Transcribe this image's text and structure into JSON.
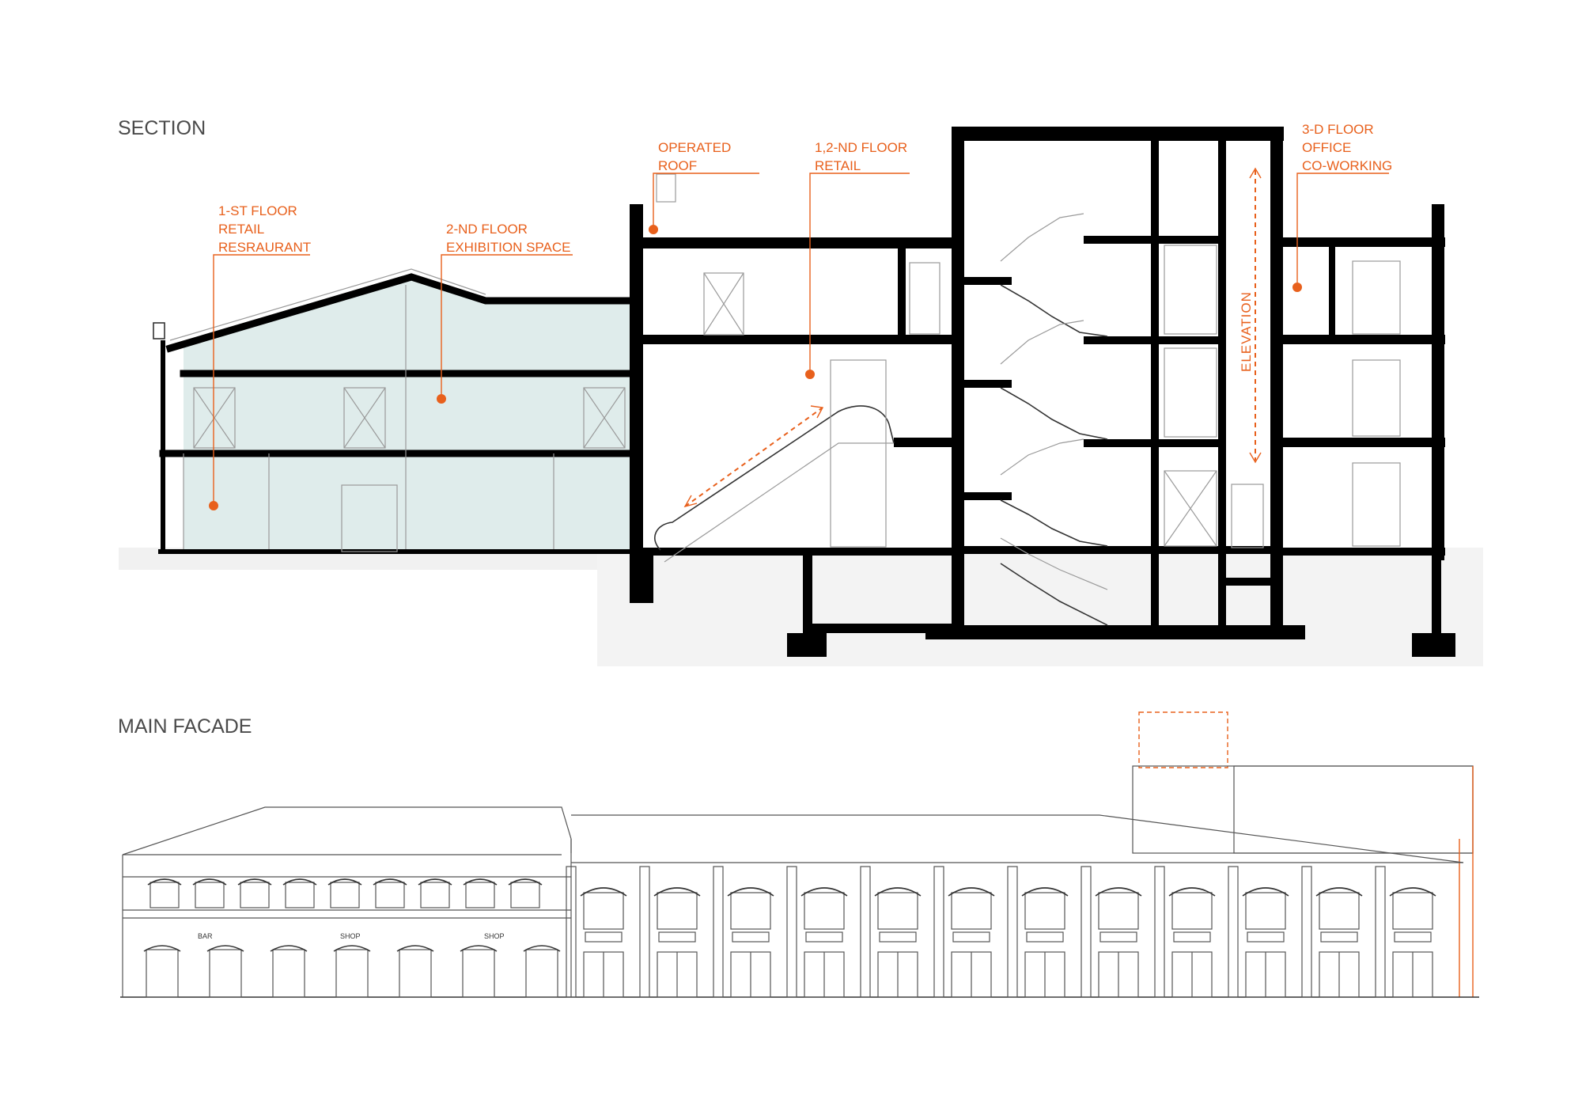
{
  "titles": {
    "section": "SECTION",
    "facade": "MAIN FACADE"
  },
  "labels": {
    "first_floor": [
      "1-ST FLOOR",
      "RETAIL",
      "RESRAURANT"
    ],
    "second_floor": [
      "2-ND FLOOR",
      "EXHIBITION SPACE"
    ],
    "operated_roof": [
      "OPERATED",
      "ROOF"
    ],
    "retail_12": [
      "1,2-ND FLOOR",
      "RETAIL"
    ],
    "third_floor": [
      "3-D FLOOR",
      "OFFICE",
      "CO-WORKING"
    ],
    "elevation": "ELEVATION"
  },
  "facade_signs": {
    "bar": "BAR",
    "shop1": "SHOP",
    "shop2": "SHOP"
  },
  "colors": {
    "accent": "#e8601c",
    "shaded_volume": "#dfeceb",
    "wall": "#000000",
    "title_text": "#4a4a4a"
  }
}
